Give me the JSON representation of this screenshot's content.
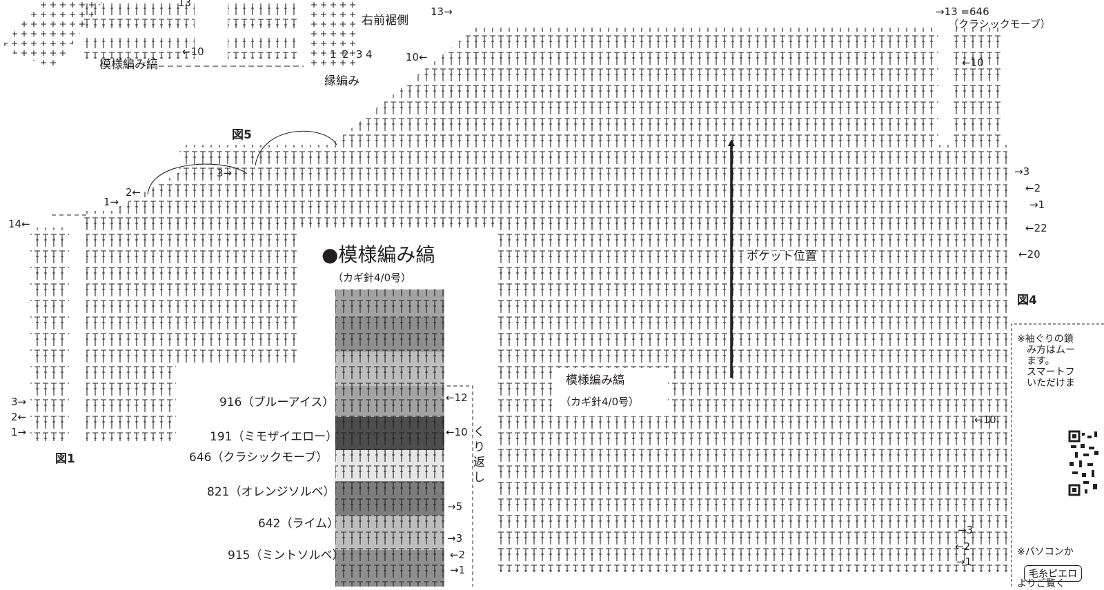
{
  "figures": {
    "fig1": "図1",
    "fig4": "図4",
    "fig5": "図5"
  },
  "top_left": {
    "right_front_hem": "右前裾側",
    "pattern_stripe": "模様編み縞",
    "edging": "縁編み",
    "row13": "13",
    "row10": "←10",
    "edge_cols": [
      "1",
      "2",
      "3",
      "4"
    ]
  },
  "main": {
    "top_row": "13→",
    "top_right": "→13 =646",
    "top_right_color": "（クラシックモーブ）",
    "row10_left": "10←",
    "row10_right": "←10",
    "rows_right_upper": [
      "→3",
      "←2",
      "→1",
      "←22",
      "←20"
    ],
    "rows_right_lower": [
      "←10",
      "→3",
      "←2",
      "→1"
    ],
    "pocket": "ポケット位置",
    "pattern_label": "模様編み縞",
    "pattern_needle": "（カギ針4/0号）",
    "fig5_rows": [
      "1→",
      "2←",
      "3→"
    ],
    "row14": "14←",
    "left_rows": [
      "3→",
      "2←",
      "1→"
    ]
  },
  "legend": {
    "title": "●模様編み縞",
    "needle": "（カギ針4/0号）",
    "colors": [
      {
        "code": "916（ブルーアイス）",
        "hex": "#a3a3a3"
      },
      {
        "code": "191（ミモザイエロー）",
        "hex": "#4d4d4d"
      },
      {
        "code": "646（クラシックモーブ）",
        "hex": "#e6e6e6"
      },
      {
        "code": "821（オレンジソルベ）",
        "hex": "#7d7d7d"
      },
      {
        "code": "642（ライム）",
        "hex": "#bdbdbd"
      },
      {
        "code": "915（ミントソルベ）",
        "hex": "#8f8f8f"
      }
    ],
    "rows": [
      "←12",
      "←10",
      "→5",
      "→3",
      "←2",
      "→1"
    ],
    "repeat": "くり返し"
  },
  "side_note": {
    "text": "※袖ぐりの鎖\n　み方はムー\n　ます。\n　スマートフ\n　いただけま",
    "pc": "※パソコンか",
    "badge": "毛糸ピエロ",
    "see": "よりご覧く"
  }
}
